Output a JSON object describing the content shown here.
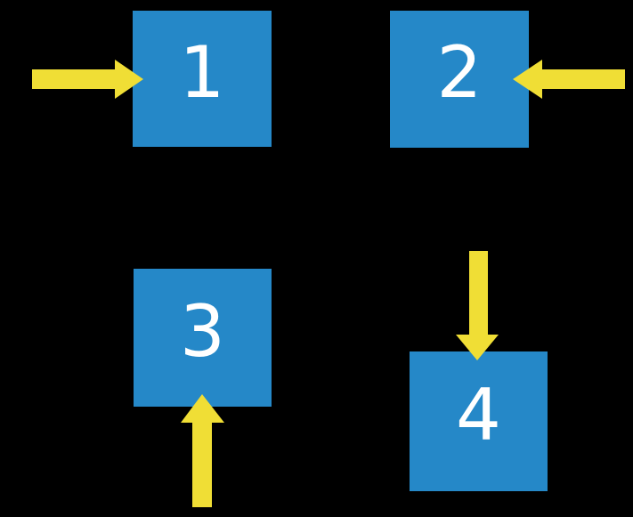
{
  "colors": {
    "page_background": "#000000",
    "square_blue": "#2588C8",
    "arrow_yellow": "#F0DE35",
    "label_white": "#FFFFFF"
  },
  "nodes": [
    {
      "label": "1",
      "arrow_direction": "right",
      "arrow_icon": "arrow-right-icon",
      "arrow_points_at": "left side of square 1"
    },
    {
      "label": "2",
      "arrow_direction": "left",
      "arrow_icon": "arrow-left-icon",
      "arrow_points_at": "right side of square 2"
    },
    {
      "label": "3",
      "arrow_direction": "up",
      "arrow_icon": "arrow-up-icon",
      "arrow_points_at": "bottom side of square 3"
    },
    {
      "label": "4",
      "arrow_direction": "down",
      "arrow_icon": "arrow-down-icon",
      "arrow_points_at": "top side of square 4"
    }
  ]
}
